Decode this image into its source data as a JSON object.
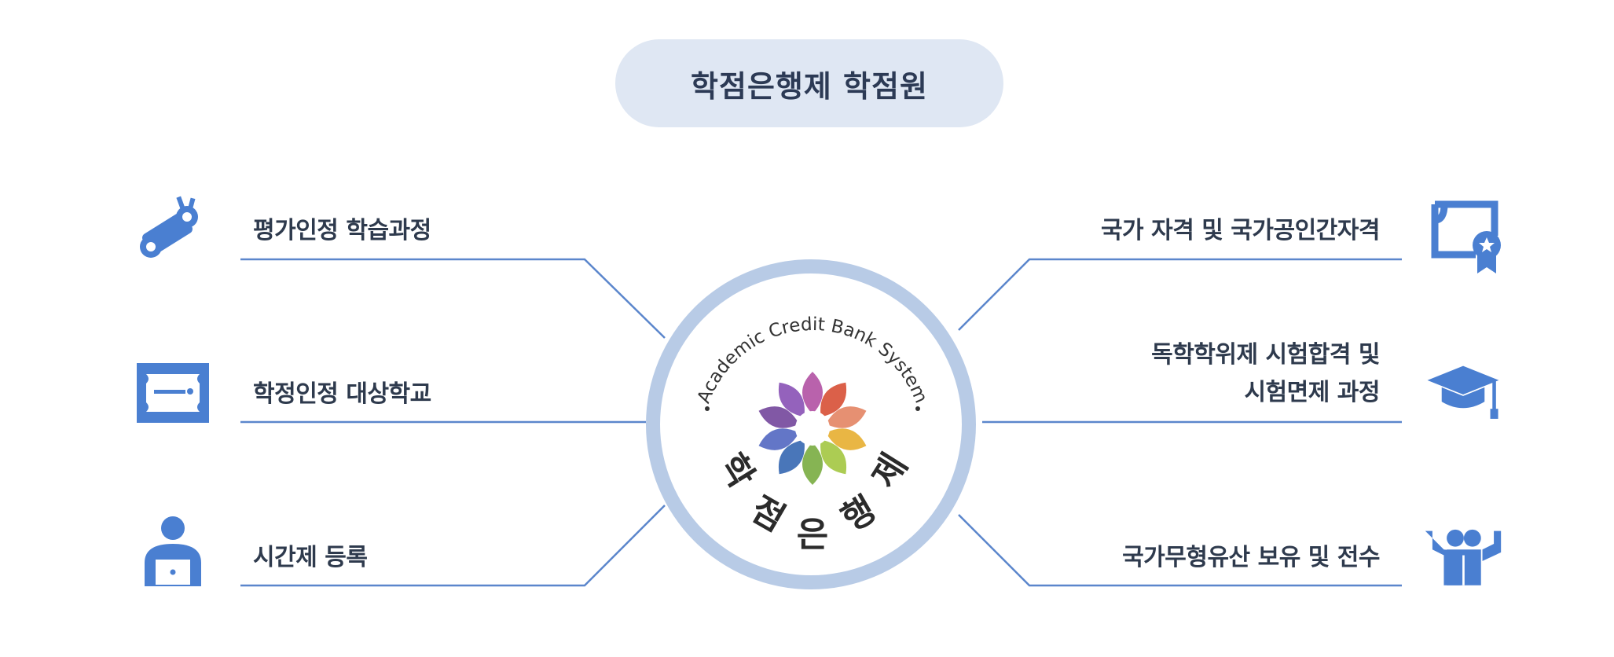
{
  "title": "학점은행제 학점원",
  "center": {
    "arc_text": "Academic Credit Bank System",
    "hangul": [
      "학",
      "점",
      "은",
      "행",
      "제"
    ],
    "petal_colors": [
      "#b55aa8",
      "#d9573f",
      "#e58a6a",
      "#e8b23a",
      "#a8c94a",
      "#7fb04a",
      "#3f6fb5",
      "#5b6fc4",
      "#7a4fa0",
      "#8e5ab8"
    ]
  },
  "items_left": [
    {
      "label": "평가인정 학습과정",
      "icon": "diploma-scroll-icon"
    },
    {
      "label": "학정인정 대상학교",
      "icon": "certificate-frame-icon"
    },
    {
      "label": "시간제 등록",
      "icon": "person-laptop-icon"
    }
  ],
  "items_right": [
    {
      "label": "국가 자격 및 국가공인간자격",
      "icon": "license-badge-icon"
    },
    {
      "label_line1": "독학학위제 시험합격 및",
      "label_line2": "시험면제 과정",
      "icon": "graduation-cap-icon"
    },
    {
      "label": "국가무형유산 보유 및 전수",
      "icon": "group-people-icon"
    }
  ],
  "colors": {
    "accent": "#4a7fd1",
    "line": "#5b86cc",
    "ring": "#b8cbe6",
    "pill": "#dfe7f3"
  }
}
